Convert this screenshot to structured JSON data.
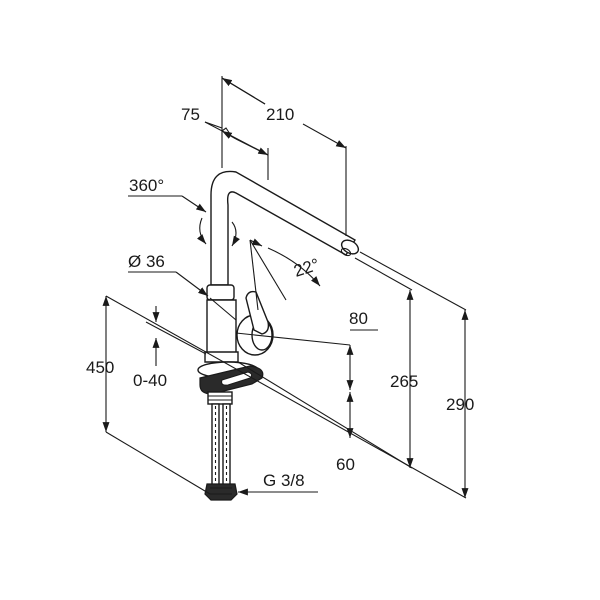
{
  "dimensions": {
    "spout_reach": "210",
    "spout_offset": "75",
    "swivel_angle": "360°",
    "lever_angle": "22°",
    "body_diameter": "Ø 36",
    "mount_height": "80",
    "base_height": "60",
    "spout_height": "265",
    "total_height": "290",
    "hose_length": "450",
    "deck_thickness": "0-40",
    "thread_size": "G 3/8"
  },
  "colors": {
    "line": "#1a1a1a",
    "background": "#ffffff"
  }
}
